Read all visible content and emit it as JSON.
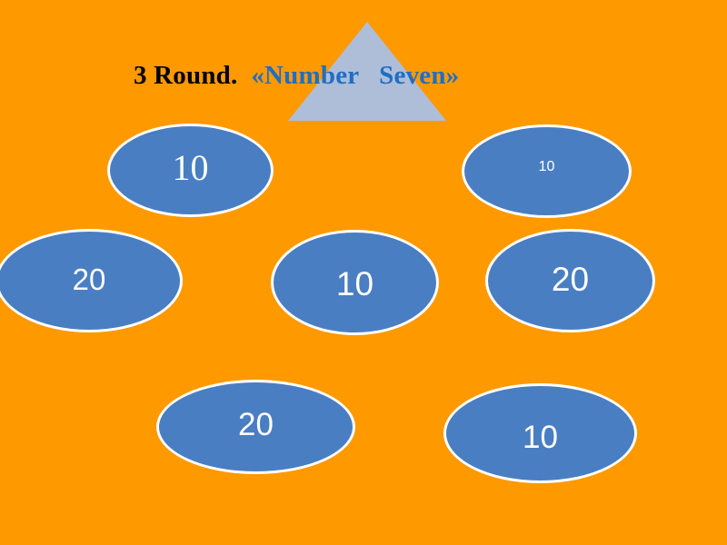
{
  "slide": {
    "background_color": "#ff9900",
    "title": {
      "round_label": "3 Round.",
      "separator": "  ",
      "quiz_name": "«Number   Seven»",
      "round_color": "#000000",
      "name_color": "#1f6ec4"
    },
    "triangle": {
      "name": "decorative-triangle",
      "fill_color": "#aebdd8"
    },
    "bubble_style": {
      "fill_color": "#4a7ec2",
      "border_color": "#ffffff",
      "text_color": "#ffffff"
    },
    "bubbles": [
      {
        "id": "bubble-1",
        "value": "10"
      },
      {
        "id": "bubble-2",
        "value": "10"
      },
      {
        "id": "bubble-3",
        "value": "20"
      },
      {
        "id": "bubble-4",
        "value": "10"
      },
      {
        "id": "bubble-5",
        "value": "20"
      },
      {
        "id": "bubble-6",
        "value": "20"
      },
      {
        "id": "bubble-7",
        "value": "10"
      }
    ]
  }
}
